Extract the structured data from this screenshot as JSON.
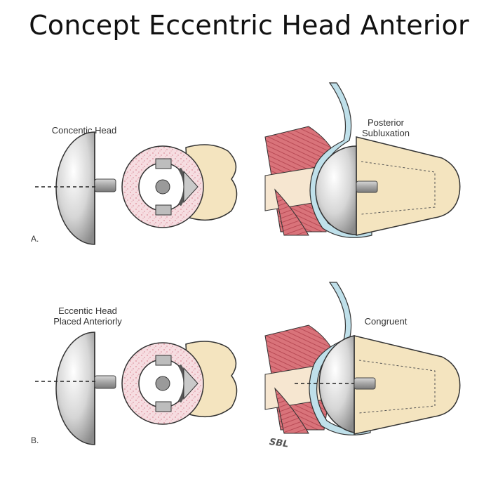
{
  "title": "Concept Eccentric Head Anterior",
  "panels": [
    {
      "letter": "A.",
      "left_label_line1": "Concentic Head",
      "left_label_line2": "",
      "right_label_line1": "Posterior",
      "right_label_line2": "Subluxation"
    },
    {
      "letter": "B.",
      "left_label_line1": "Eccentic Head",
      "left_label_line2": "Placed Anteriorly",
      "right_label_line1": "Congruent",
      "right_label_line2": ""
    }
  ],
  "signature": "SBL"
}
